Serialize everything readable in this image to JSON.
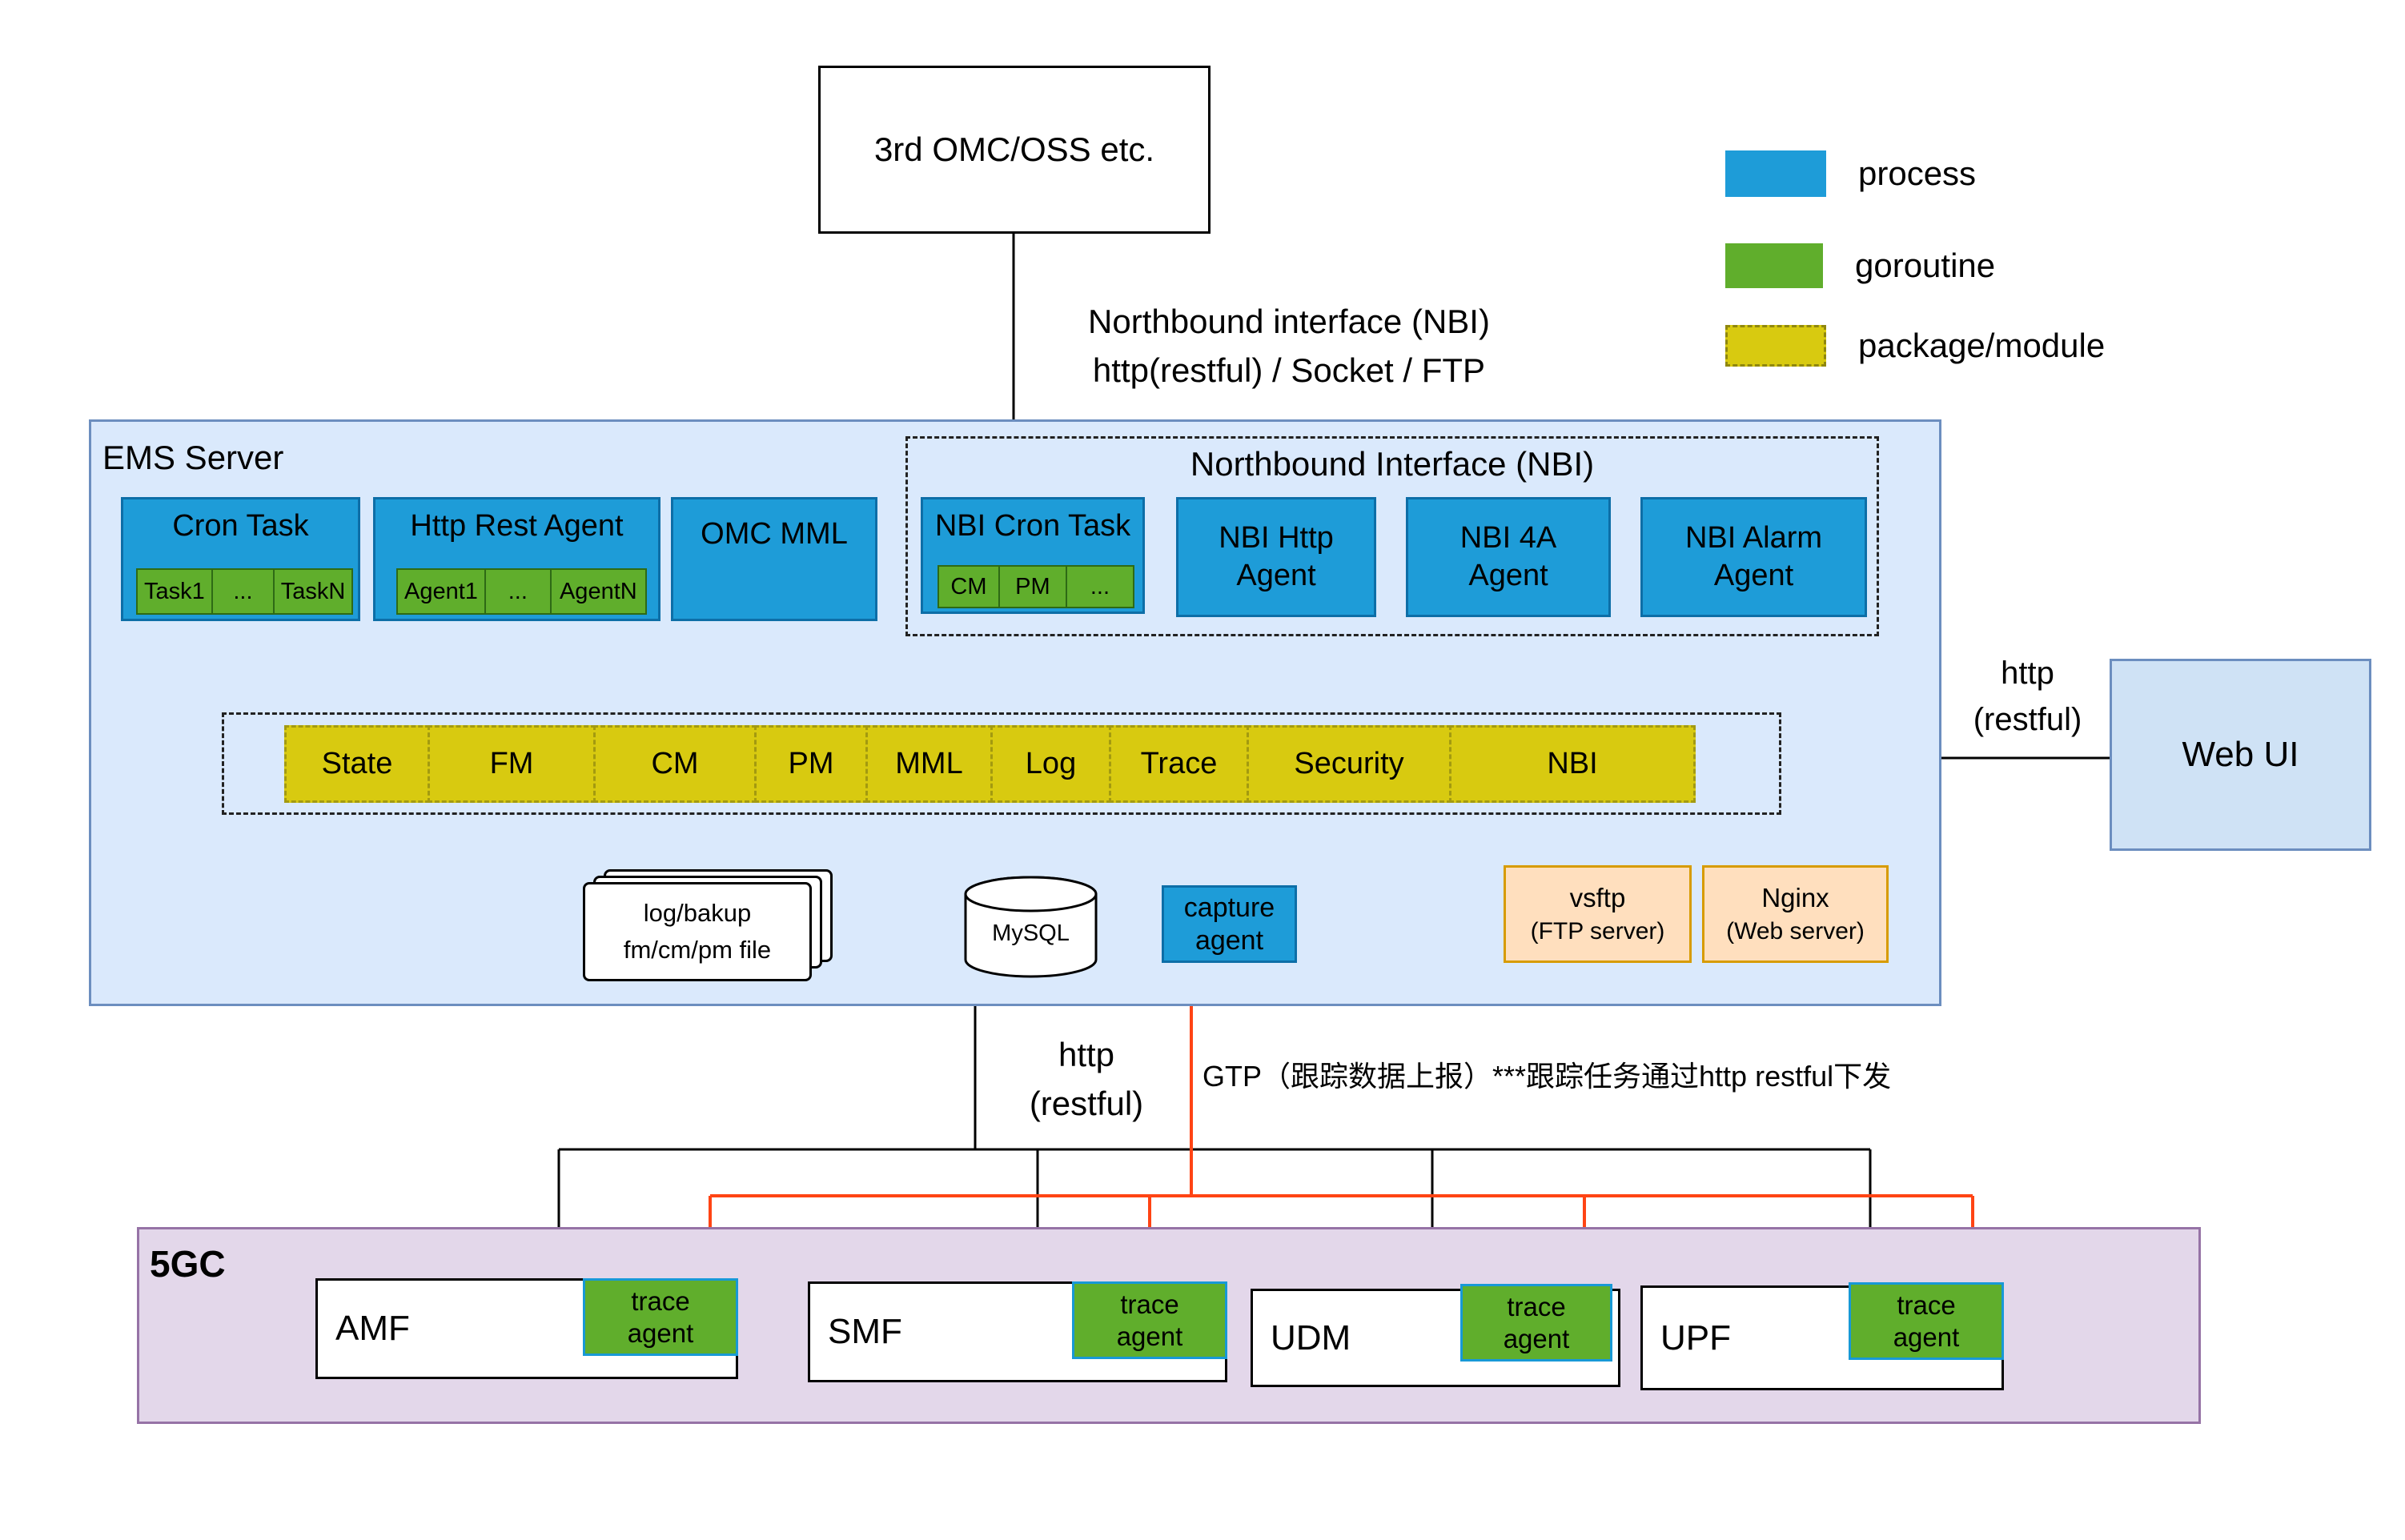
{
  "top": {
    "omc_oss": "3rd OMC/OSS etc.",
    "nbi_line1": "Northbound interface (NBI)",
    "nbi_line2": "http(restful) / Socket / FTP"
  },
  "legend": {
    "process": "process",
    "goroutine": "goroutine",
    "package": "package/module"
  },
  "ems": {
    "title": "EMS Server",
    "cron_task": {
      "title": "Cron Task",
      "subs": [
        "Task1",
        "...",
        "TaskN"
      ]
    },
    "http_rest_agent": {
      "title": "Http Rest Agent",
      "subs": [
        "Agent1",
        "...",
        "AgentN"
      ]
    },
    "omc_mml": "OMC MML",
    "nbi": {
      "title": "Northbound Interface (NBI)",
      "cron_task": {
        "title": "NBI Cron Task",
        "subs": [
          "CM",
          "PM",
          "..."
        ]
      },
      "http_agent": "NBI Http Agent",
      "four_a_agent": "NBI 4A Agent",
      "alarm_agent": "NBI Alarm Agent"
    },
    "modules": [
      "State",
      "FM",
      "CM",
      "PM",
      "MML",
      "Log",
      "Trace",
      "Security",
      "NBI"
    ],
    "files": {
      "line1": "log/bakup",
      "line2": "fm/cm/pm file"
    },
    "mysql": "MySQL",
    "capture_agent": "capture agent",
    "vsftp": {
      "line1": "vsftp",
      "line2": "(FTP server)"
    },
    "nginx": {
      "line1": "Nginx",
      "line2": "(Web server)"
    }
  },
  "webui": {
    "label": "Web UI",
    "http_line1": "http",
    "http_line2": "(restful)"
  },
  "south": {
    "http_line1": "http",
    "http_line2": "(restful)",
    "gtp_note": "GTP（跟踪数据上报）***跟踪任务通过http restful下发"
  },
  "fivegc": {
    "title": "5GC",
    "nodes": [
      {
        "name": "AMF",
        "agent": "trace agent"
      },
      {
        "name": "SMF",
        "agent": "trace agent"
      },
      {
        "name": "UDM",
        "agent": "trace agent"
      },
      {
        "name": "UPF",
        "agent": "trace agent"
      }
    ]
  },
  "colors": {
    "process_blue": "#1e9cd8",
    "goroutine_green": "#60ae2c",
    "package_yellow": "#d8ca10",
    "orange_arrow": "#ff4414",
    "ems_fill": "#dae9fc",
    "webui_fill": "#cfe2f5",
    "server_fill": "#ffdfbe",
    "fivegc_fill": "#e3d7ea"
  }
}
